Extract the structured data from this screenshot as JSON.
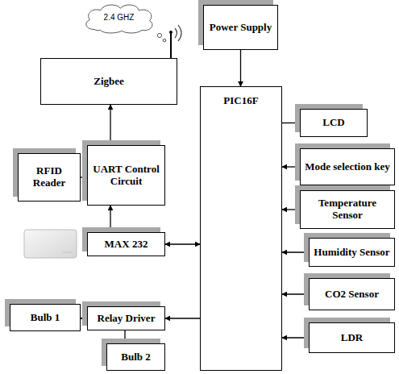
{
  "diagram": {
    "nodes": [
      {
        "text": [
          "2.4 GHZ"
        ]
      },
      {
        "text": [
          "Power Supply"
        ]
      },
      {
        "text": [
          "Zigbee"
        ]
      },
      {
        "text": [
          "RFID Reader"
        ]
      },
      {
        "text": [
          "UART Control Circuit"
        ]
      },
      {
        "text": [
          "PIC16F"
        ]
      },
      {
        "text": [
          "LCD"
        ]
      },
      {
        "text": [
          "Mode selection key"
        ]
      },
      {
        "text": [
          "Temperature Sensor"
        ]
      },
      {
        "text": [
          "MAX 232"
        ]
      },
      {
        "text": [
          "Humidity Sensor"
        ]
      },
      {
        "text": [
          "CO2 Sensor"
        ]
      },
      {
        "text": [
          "Relay Driver"
        ]
      },
      {
        "text": [
          "Bulb 1"
        ]
      },
      {
        "text": [
          "LDR"
        ]
      },
      {
        "text": [
          "Bulb 2"
        ]
      }
    ],
    "edges": [
      {
        "from": 1,
        "to": 5,
        "arrow": "to"
      },
      {
        "from": 2,
        "to": 4,
        "arrow": "both"
      },
      {
        "from": 3,
        "to": 4,
        "arrow": "to"
      },
      {
        "from": 4,
        "to": 9,
        "arrow": "both"
      },
      {
        "from": 9,
        "to": 5,
        "arrow": "both"
      },
      {
        "from": 5,
        "to": 6,
        "arrow": "to"
      },
      {
        "from": 7,
        "to": 5,
        "arrow": "to"
      },
      {
        "from": 8,
        "to": 5,
        "arrow": "to"
      },
      {
        "from": 10,
        "to": 5,
        "arrow": "to"
      },
      {
        "from": 11,
        "to": 5,
        "arrow": "to"
      },
      {
        "from": 14,
        "to": 5,
        "arrow": "to"
      },
      {
        "from": 5,
        "to": 12,
        "arrow": "to"
      },
      {
        "from": 12,
        "to": 13,
        "arrow": "to"
      },
      {
        "from": 12,
        "to": 15,
        "arrow": "to"
      }
    ]
  }
}
